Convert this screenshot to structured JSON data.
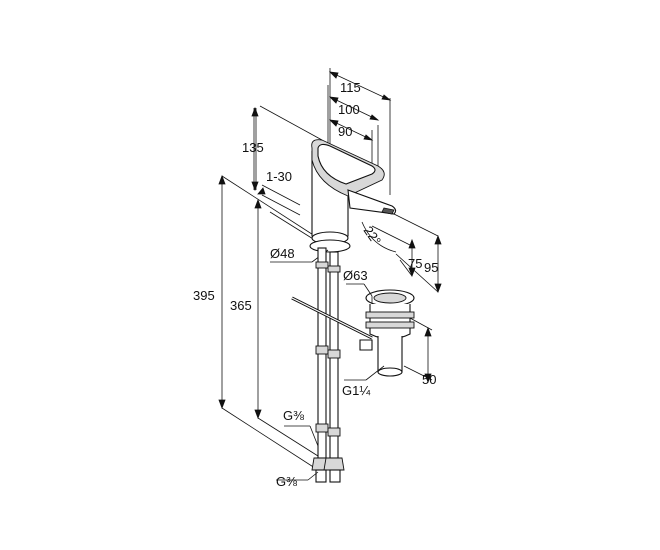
{
  "dimensions": {
    "width_115": "115",
    "width_100": "100",
    "width_90": "90",
    "height_135": "135",
    "range_1_30": "1-30",
    "diameter_48": "Ø48",
    "total_395": "395",
    "total_365": "365",
    "diameter_63": "Ø63",
    "angle_22": "22°",
    "spout_75": "75",
    "spout_95": "95",
    "drain_50": "50",
    "thread_g1_1_4": "G1¼",
    "thread_g3_8_upper": "G⅜",
    "thread_g3_8_lower": "G⅜"
  },
  "colors": {
    "line": "#111111",
    "shade": "#d8d8d8",
    "background": "#ffffff"
  }
}
